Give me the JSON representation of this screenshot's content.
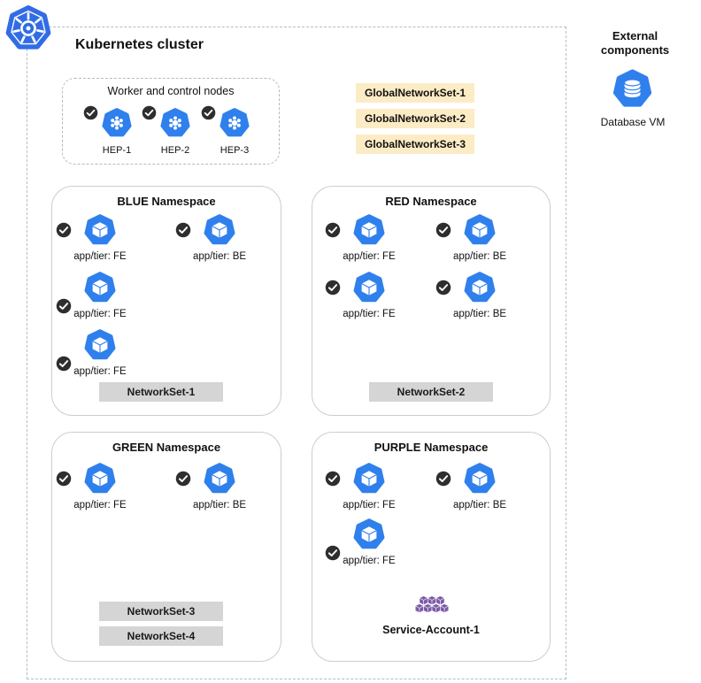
{
  "cluster": {
    "title": "Kubernetes cluster"
  },
  "worker_box": {
    "title": "Worker and control nodes",
    "nodes": [
      {
        "label": "HEP-1"
      },
      {
        "label": "HEP-2"
      },
      {
        "label": "HEP-3"
      }
    ]
  },
  "global_network_sets": [
    {
      "label": "GlobalNetworkSet-1"
    },
    {
      "label": "GlobalNetworkSet-2"
    },
    {
      "label": "GlobalNetworkSet-3"
    }
  ],
  "external": {
    "title": "External components",
    "database_label": "Database VM"
  },
  "namespaces": {
    "blue": {
      "title": "BLUE Namespace",
      "pods": [
        {
          "label": "app/tier: FE"
        },
        {
          "label": "app/tier: BE"
        },
        {
          "label": "app/tier: FE"
        },
        {
          "label": "app/tier: FE"
        }
      ],
      "network_sets": [
        {
          "label": "NetworkSet-1"
        }
      ]
    },
    "red": {
      "title": "RED Namespace",
      "pods": [
        {
          "label": "app/tier: FE"
        },
        {
          "label": "app/tier: BE"
        },
        {
          "label": "app/tier: FE"
        },
        {
          "label": "app/tier: BE"
        }
      ],
      "network_sets": [
        {
          "label": "NetworkSet-2"
        }
      ]
    },
    "green": {
      "title": "GREEN Namespace",
      "pods": [
        {
          "label": "app/tier: FE"
        },
        {
          "label": "app/tier: BE"
        }
      ],
      "network_sets": [
        {
          "label": "NetworkSet-3"
        },
        {
          "label": "NetworkSet-4"
        }
      ]
    },
    "purple": {
      "title": "PURPLE Namespace",
      "pods": [
        {
          "label": "app/tier: FE"
        },
        {
          "label": "app/tier: BE"
        },
        {
          "label": "app/tier: FE"
        }
      ],
      "service_account": {
        "label": "Service-Account-1"
      }
    }
  },
  "colors": {
    "kubernetes_blue": "#326CE5",
    "pod_blue": "#2F80ED",
    "badge_black": "#2E2E2E",
    "global_set_bg": "#FCECC5",
    "network_set_bg": "#D5D5D5",
    "service_purple": "#7D5BA6"
  }
}
